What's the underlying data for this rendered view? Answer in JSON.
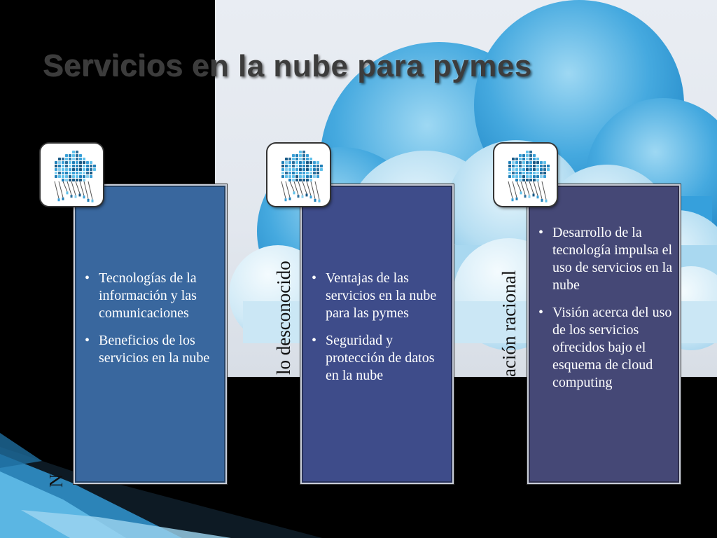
{
  "slide": {
    "title": "Servicios en la nube para pymes",
    "vertical_labels": [
      "N",
      "lo desconocido",
      "ación racional"
    ],
    "panels": [
      {
        "items": [
          "Tecnologías de la información y las comunicaciones",
          "Beneficios de los servicios en la nube"
        ]
      },
      {
        "items": [
          "Ventajas de las servicios en la nube para las pymes",
          "Seguridad y protección de datos en la nube"
        ]
      },
      {
        "items": [
          "Desarrollo de la tecnología impulsa el uso de servicios en la nube",
          "Visión acerca del uso de los servicios ofrecidos bajo el esquema de cloud computing"
        ]
      }
    ],
    "icons": [
      "cloud-computing-icon",
      "cloud-computing-icon",
      "cloud-computing-icon"
    ]
  },
  "colors": {
    "background": "#000000",
    "title": "#3c3c3c",
    "panel_1": "#39679e",
    "panel_2": "#3e4c8a",
    "panel_3": "#454876",
    "panel_text": "#ffffff",
    "cloud": "#4fb0e2",
    "stripe": "#3b8fc0"
  }
}
